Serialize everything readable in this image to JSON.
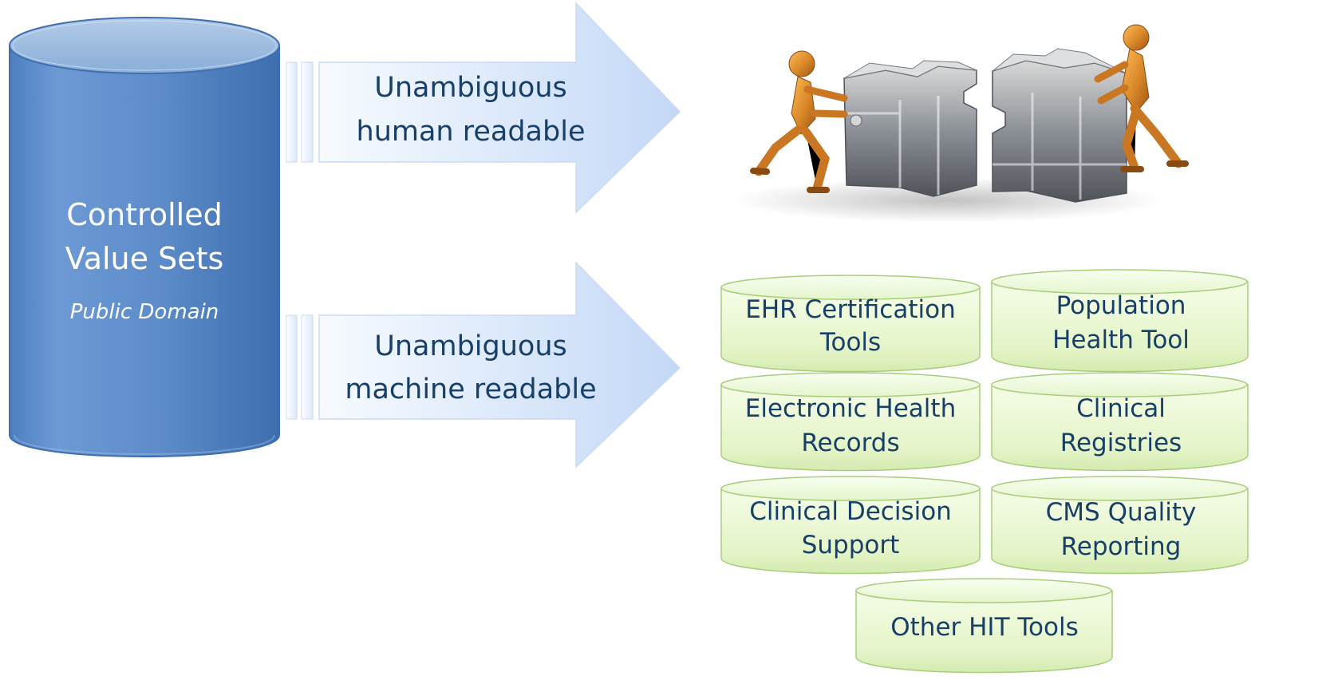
{
  "diagram": {
    "source_database": {
      "title_line_1": "Controlled",
      "title_line_2": "Value Sets",
      "subtitle": "Public Domain"
    },
    "arrows": [
      {
        "line_1": "Unambiguous",
        "line_2": "human readable"
      },
      {
        "line_1": "Unambiguous",
        "line_2": "machine readable"
      }
    ],
    "tools": [
      {
        "line_1": "EHR Certification",
        "line_2": "Tools"
      },
      {
        "line_1": "Population",
        "line_2": "Health Tool"
      },
      {
        "line_1": "Electronic Health",
        "line_2": "Records"
      },
      {
        "line_1": "Clinical",
        "line_2": "Registries"
      },
      {
        "line_1": "Clinical Decision",
        "line_2": "Support"
      },
      {
        "line_1": "CMS Quality",
        "line_2": "Reporting"
      },
      {
        "line_1": "Other HIT Tools",
        "line_2": ""
      }
    ]
  }
}
